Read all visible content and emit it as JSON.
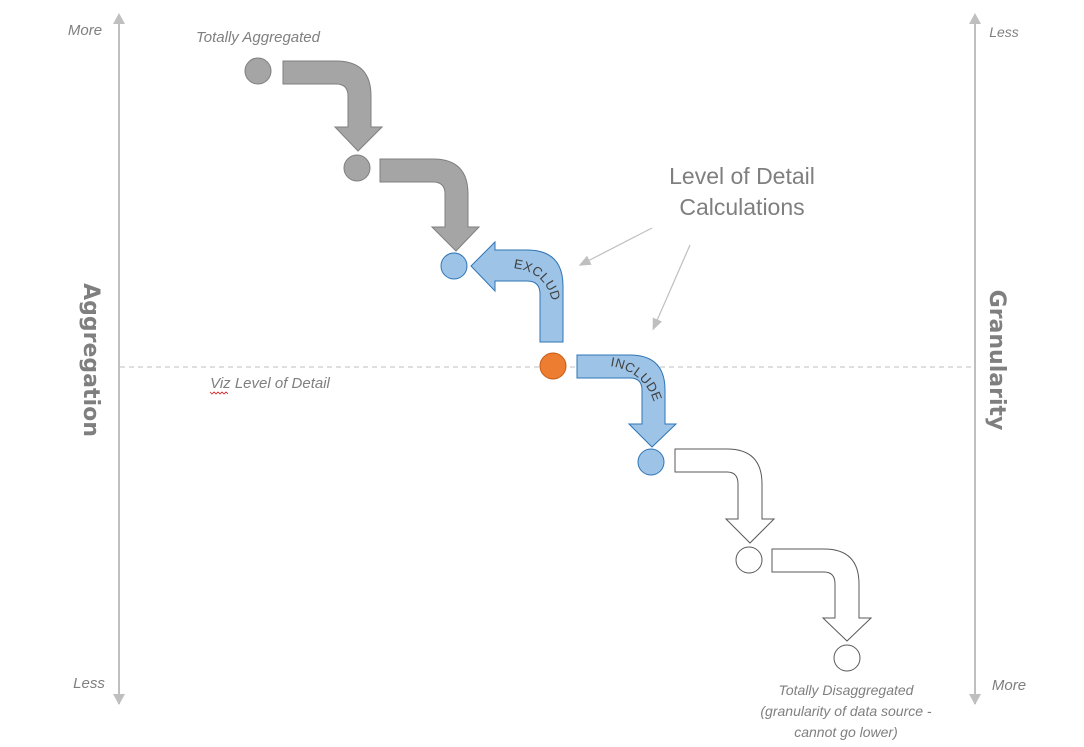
{
  "left_axis": {
    "title": "Aggregation",
    "top_label": "More",
    "bottom_label": "Less"
  },
  "right_axis": {
    "title": "Granularity",
    "top_label": "Less",
    "bottom_label": "More"
  },
  "labels": {
    "top_node": "Totally Aggregated",
    "viz_level": "Viz Level of Detail",
    "viz_level_spellcheck_word": "Viz",
    "callout_line1": "Level of Detail",
    "callout_line2": "Calculations",
    "bottom_line1": "Totally Disaggregated",
    "bottom_line2": "(granularity of data source -",
    "bottom_line3": "cannot go lower)"
  },
  "arrows": {
    "exclude_label": "EXCLUDE",
    "include_label": "INCLUDE"
  },
  "colors": {
    "gray_fill": "#a5a5a5",
    "gray_stroke": "#7f7f7f",
    "blue_fill": "#9dc3e6",
    "blue_stroke": "#2e75b6",
    "orange_fill": "#ed7d31",
    "orange_stroke": "#c55a11",
    "white_fill": "#ffffff",
    "outline_stroke": "#595959",
    "axis_line": "#bfbfbf"
  }
}
